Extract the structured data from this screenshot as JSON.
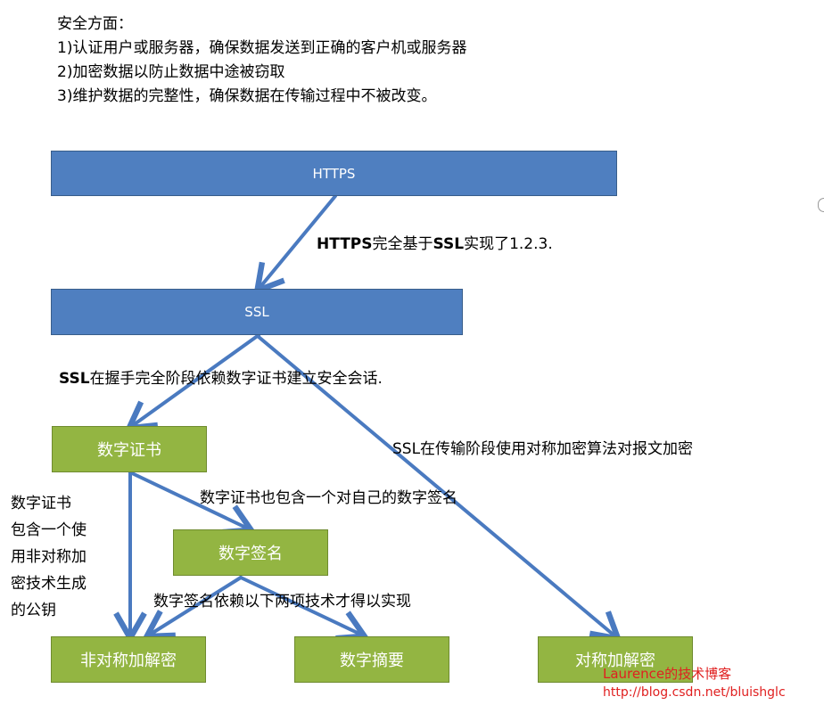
{
  "intro": {
    "title": "安全方面：",
    "points": [
      "1)认证用户或服务器，确保数据发送到正确的客户机或服务器",
      "2)加密数据以防止数据中途被窃取",
      "3)维护数据的完整性，确保数据在传输过程中不被改变。"
    ]
  },
  "nodes": {
    "https": "HTTPS",
    "ssl": "SSL",
    "cert": "数字证书",
    "signature": "数字签名",
    "asym": "非对称加解密",
    "digest": "数字摘要",
    "sym": "对称加解密"
  },
  "labels": {
    "https_ssl_bold": "HTTPS",
    "https_ssl_a": "完全基于",
    "https_ssl_bold2": "SSL",
    "https_ssl_b": "实现了1.2.3.",
    "ssl_cert_bold": "SSL",
    "ssl_cert_text": "在握手完全阶段依赖数字证书建立安全会话.",
    "ssl_sym": "SSL在传输阶段使用对称加密算法对报文加密",
    "cert_sig": "数字证书也包含一个对自己的数字签名",
    "sig_tech": "数字签名依赖以下两项技术才得以实现"
  },
  "side_note": [
    "数字证书",
    "包含一个使",
    "用非对称加",
    "密技术生成",
    "的公钥"
  ],
  "watermark": {
    "line1": "Laurence的技术博客",
    "line2": "http://blog.csdn.net/bluishglc"
  }
}
